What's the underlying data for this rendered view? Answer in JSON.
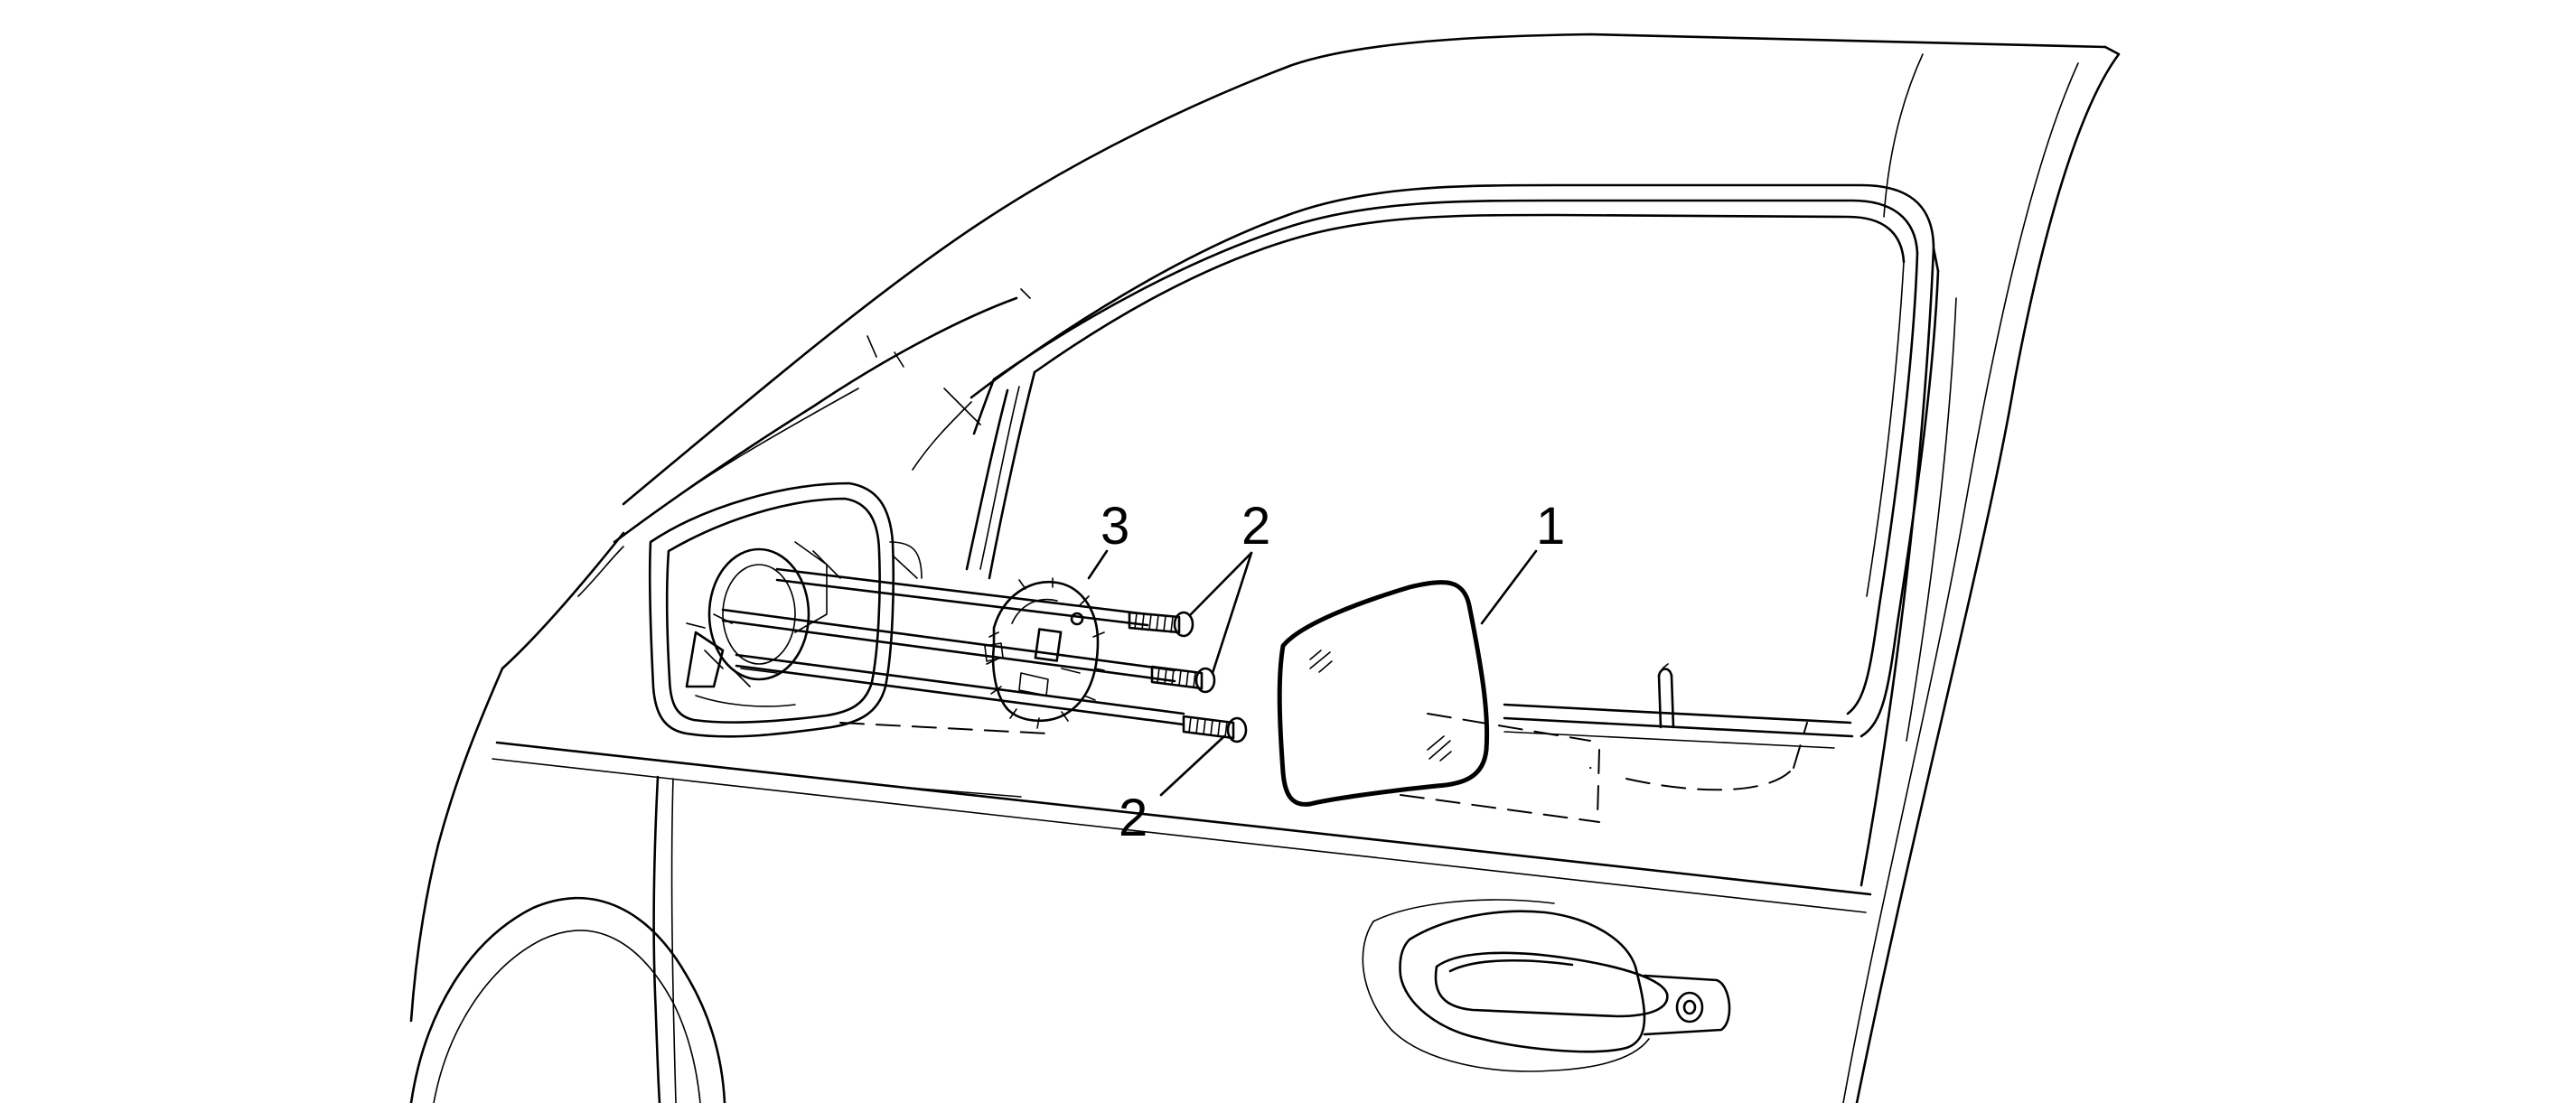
{
  "callouts": {
    "glass": "1",
    "screw_upper": "2",
    "screw_lower": "2",
    "actuator": "3"
  },
  "colors": {
    "line": "#000000",
    "background": "#ffffff"
  }
}
